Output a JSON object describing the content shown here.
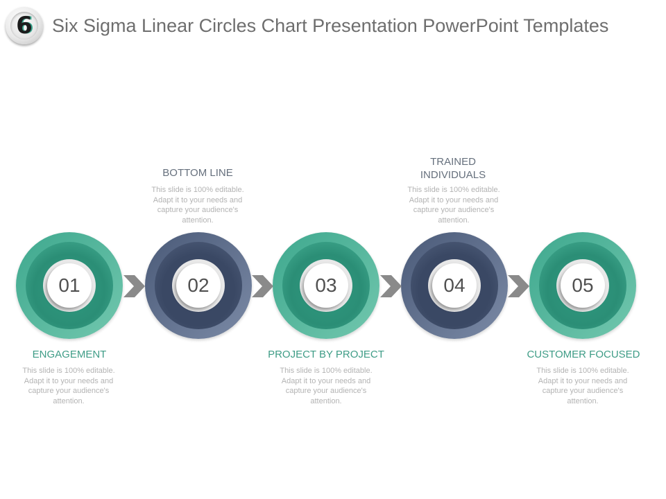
{
  "header": {
    "logo_glyph": "6",
    "title": "Six Sigma Linear Circles Chart Presentation PowerPoint Templates"
  },
  "colors": {
    "teal": "#3ea88e",
    "navy": "#4a5a78",
    "chevron": "#8a8a8a"
  },
  "steps": [
    {
      "number": "01",
      "title": "ENGAGEMENT",
      "desc": "This slide is 100% editable. Adapt it to your needs and capture your audience's attention."
    },
    {
      "number": "02",
      "title": "BOTTOM LINE",
      "desc": "This slide is 100% editable. Adapt it to your needs and capture your audience's attention."
    },
    {
      "number": "03",
      "title": "PROJECT BY PROJECT",
      "desc": "This slide is 100% editable. Adapt it to your needs and capture your audience's attention."
    },
    {
      "number": "04",
      "title": "TRAINED INDIVIDUALS",
      "desc": "This slide is 100% editable. Adapt it to your needs and capture your audience's attention."
    },
    {
      "number": "05",
      "title": "CUSTOMER FOCUSED",
      "desc": "This slide is 100% editable. Adapt it to your needs and capture your audience's attention."
    }
  ],
  "arrow_icon": "chevron-right-icon"
}
